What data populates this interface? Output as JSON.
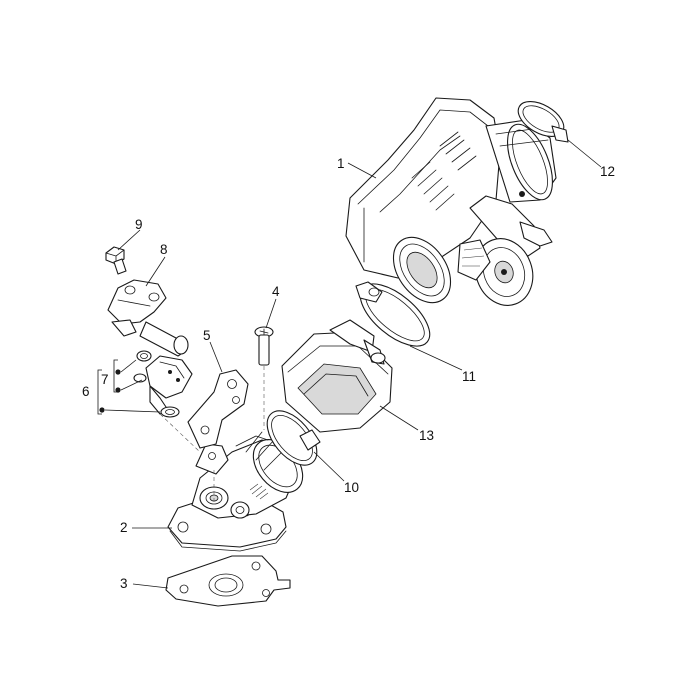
{
  "callouts": [
    {
      "key": "1",
      "label": "1"
    },
    {
      "key": "2",
      "label": "2"
    },
    {
      "key": "3",
      "label": "3"
    },
    {
      "key": "4",
      "label": "4"
    },
    {
      "key": "5",
      "label": "5"
    },
    {
      "key": "6",
      "label": "6"
    },
    {
      "key": "7",
      "label": "7"
    },
    {
      "key": "8",
      "label": "8"
    },
    {
      "key": "9",
      "label": "9"
    },
    {
      "key": "10",
      "label": "10"
    },
    {
      "key": "11",
      "label": "11"
    },
    {
      "key": "12",
      "label": "12"
    },
    {
      "key": "13",
      "label": "13"
    }
  ]
}
